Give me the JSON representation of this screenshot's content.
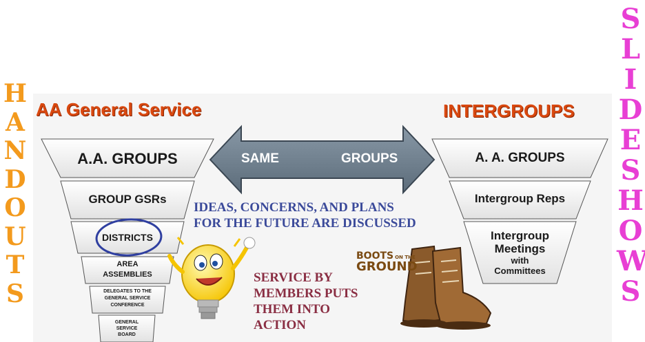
{
  "sidebar_left": {
    "letters": [
      "H",
      "A",
      "N",
      "D",
      "O",
      "U",
      "T",
      "S"
    ]
  },
  "sidebar_right": {
    "letters": [
      "S",
      "L",
      "I",
      "D",
      "E",
      "S",
      "H",
      "O",
      "W",
      "S"
    ]
  },
  "left_funnel": {
    "title": "AA General Service",
    "levels": [
      [
        "A.A. GROUPS"
      ],
      [
        "GROUP GSRs"
      ],
      [
        "DISTRICTS"
      ],
      [
        "AREA",
        "ASSEMBLIES"
      ],
      [
        "DELEGATES TO THE",
        "GENERAL SERVICE",
        "CONFERENCE"
      ],
      [
        "GENERAL",
        "SERVICE",
        "BOARD"
      ]
    ]
  },
  "right_funnel": {
    "title": "INTERGROUPS",
    "levels": [
      [
        "A. A. GROUPS"
      ],
      [
        "Intergroup Reps"
      ],
      [
        "Intergroup",
        "Meetings",
        "with",
        "Committees"
      ]
    ]
  },
  "arrow": {
    "left_label": "SAME",
    "right_label": "GROUPS"
  },
  "ideas_text": [
    "IDEAS, CONCERNS, AND PLANS",
    "FOR THE FUTURE ARE DISCUSSED"
  ],
  "service_text": [
    "SERVICE BY",
    "MEMBERS PUTS",
    "THEM INTO",
    "ACTION"
  ],
  "boots_logo": {
    "line1": "BOOTS",
    "line2": "ON THE",
    "line3": "GROUND"
  },
  "colors": {
    "handouts": "#f39a1d",
    "slideshows": "#e83fd4",
    "title": "#d9480f",
    "arrow": "#6c7d8c",
    "ideas": "#3b4a9a",
    "service": "#8a2e43",
    "circle": "#2f3fa0"
  },
  "icons": [
    "lightbulb-icon",
    "boots-icon"
  ]
}
